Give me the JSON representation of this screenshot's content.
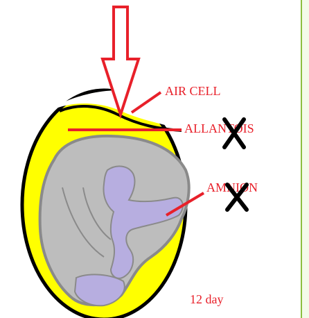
{
  "labels": {
    "air_cell": "AIR CELL",
    "allantois": "ALLANTOIS",
    "amnion": "AMNION",
    "day": "12 day"
  },
  "icons": {
    "pointer": "down-arrow",
    "mark_allantois": "x-mark",
    "mark_amnion": "x-mark"
  },
  "colors": {
    "shell_outline": "#000000",
    "allantois_fill": "#ffff00",
    "embryo_body": "#bdbdbd",
    "embryo_outline": "#8a8a8a",
    "amnion_fill": "#b7aee0",
    "label_red": "#e8202a",
    "border_green": "#8cbf3f"
  }
}
